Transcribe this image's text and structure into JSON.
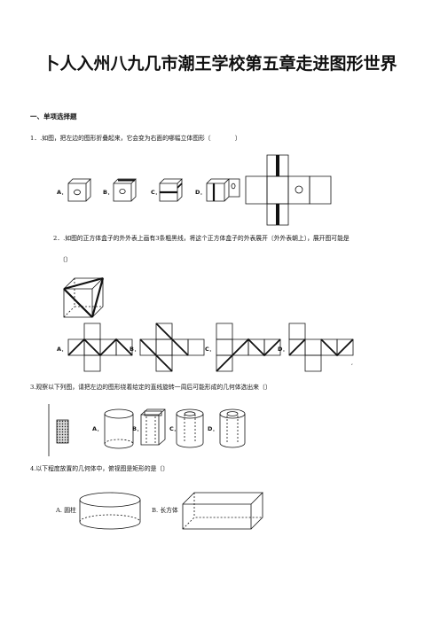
{
  "title": "卜人入州八九几市潮王学校第五章走进图形世界",
  "section_heading": "一、单项选择题",
  "q1": {
    "text": "1．.如图，把左边的图形折叠起来，它会变为右面的哪幅立体图形〔　　　　〕",
    "options": [
      "A．",
      "B．",
      "C．",
      "D．"
    ]
  },
  "q2": {
    "text": "2．.如图的正方体盒子的外外表上画有3条粗黑线，将这个正方体盒子的外表展开〔外外表朝上〕，展开图可能是",
    "bracket": "〔〕",
    "options": [
      "A．",
      "B．",
      "C．",
      "D．"
    ],
    "dot": ","
  },
  "q3": {
    "text": "3.观察以下列图，请把左边的图形绕着给定的直线旋转一周后可能形成的几何体选出来〔〕",
    "options": [
      "A．",
      "B．",
      "C．",
      "D．"
    ]
  },
  "q4": {
    "text": "4.以下程度放置的几何体中，俯视图是矩形的是〔〕",
    "options": [
      "A. 圆柱",
      "B. 长方体"
    ]
  }
}
